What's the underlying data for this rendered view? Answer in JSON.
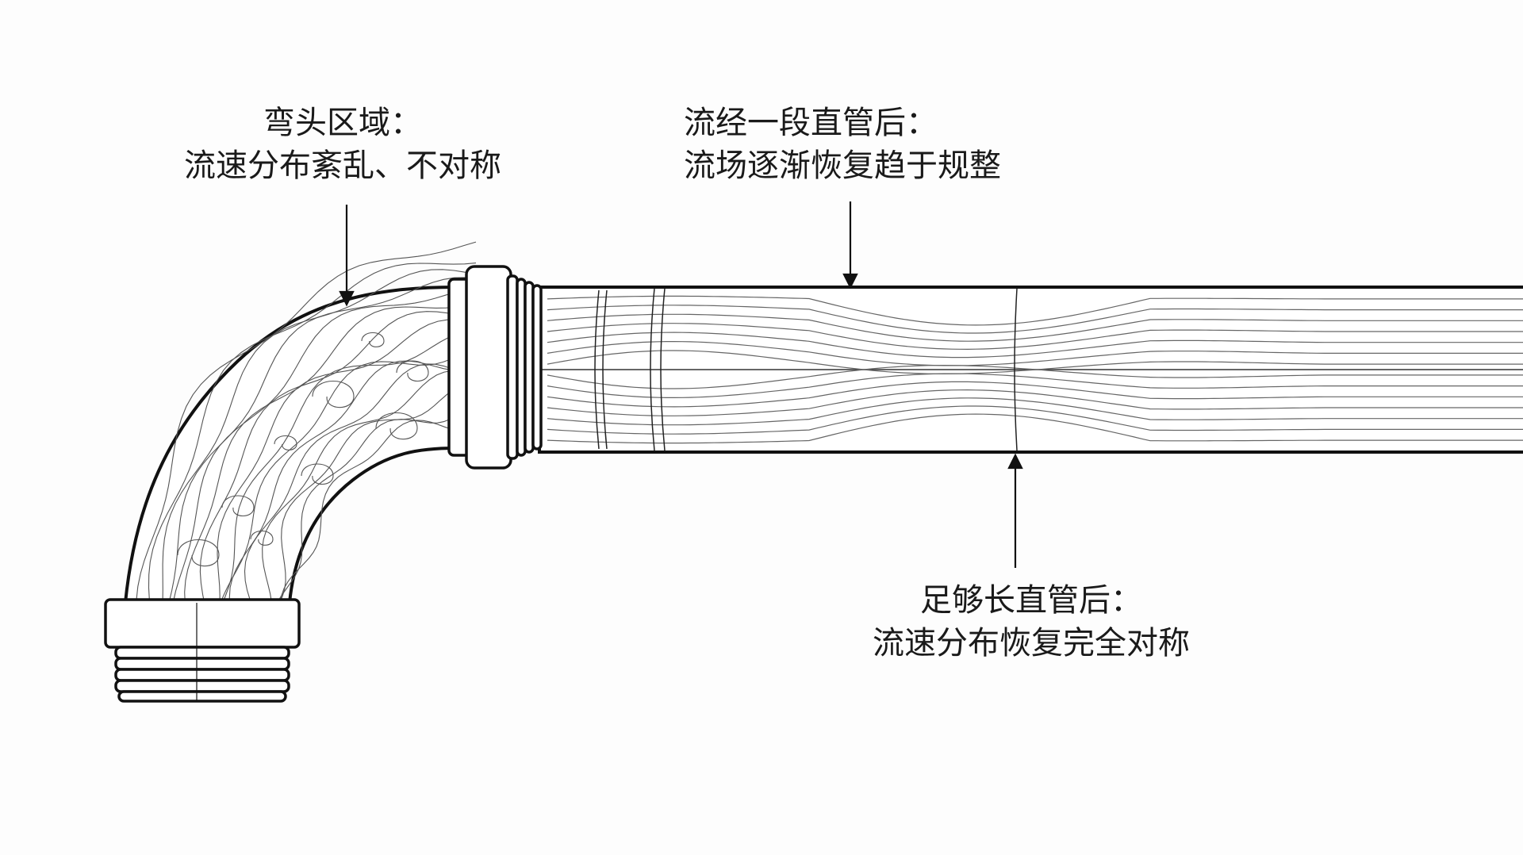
{
  "annotations": {
    "elbow": {
      "line1": "弯头区域：",
      "line2": "流速分布紊乱、不对称"
    },
    "mid": {
      "line1": "流经一段直管后：",
      "line2": "流场逐渐恢复趋于规整"
    },
    "far": {
      "line1": "足够长直管后：",
      "line2": "流速分布恢复完全对称"
    }
  },
  "colors": {
    "ink": "#1a1a1a",
    "background": "#fdfdfd",
    "streamline": "#555555"
  }
}
